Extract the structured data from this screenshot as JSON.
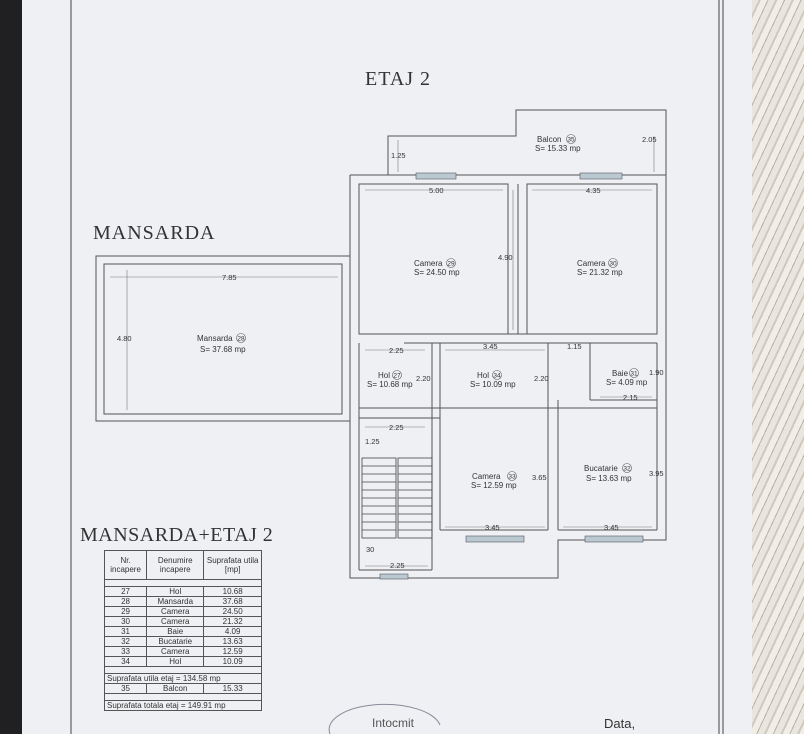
{
  "titles": {
    "sheet": "ETAJ 2",
    "mansarda": "MANSARDA",
    "table": "MANSARDA+ETAJ 2"
  },
  "rooms": {
    "balcon": {
      "name": "Balcon",
      "num": "35",
      "area": "S= 15.33 mp"
    },
    "camera29": {
      "name": "Camera",
      "num": "29",
      "area": "S= 24.50 mp"
    },
    "camera30": {
      "name": "Camera",
      "num": "30",
      "area": "S= 21.32 mp"
    },
    "mansarda": {
      "name": "Mansarda",
      "num": "28",
      "area": "S= 37.68 mp"
    },
    "hol27": {
      "name": "Hol",
      "num": "27",
      "area": "S= 10.68 mp"
    },
    "hol34": {
      "name": "Hol",
      "num": "34",
      "area": "S= 10.09 mp"
    },
    "baie": {
      "name": "Baie",
      "num": "31",
      "area": "S= 4.09 mp"
    },
    "camera33": {
      "name": "Camera",
      "num": "33",
      "area": "S= 12.59 mp"
    },
    "bucatarie": {
      "name": "Bucatarie",
      "num": "32",
      "area": "S= 13.63 mp"
    }
  },
  "dims": {
    "d125a": "1.25",
    "d205": "2.05",
    "d500": "5.00",
    "d435": "4.35",
    "d490": "4.90",
    "d785": "7.85",
    "d480": "4.80",
    "d225a": "2.25",
    "d345a": "3.45",
    "d115": "1.15",
    "d190": "1.90",
    "d220a": "2.20",
    "d220b": "2.20",
    "d215": "2.15",
    "d225b": "2.25",
    "d125b": "1.25",
    "d365": "3.65",
    "d395": "3.95",
    "d345b": "3.45",
    "d345c": "3.45",
    "d30": "30",
    "d225c": "2.25"
  },
  "table": {
    "headers": [
      "Nr. incapere",
      "Denumire incapere",
      "Suprafata utila [mp]"
    ],
    "rows": [
      [
        "27",
        "Hol",
        "10.68"
      ],
      [
        "28",
        "Mansarda",
        "37.68"
      ],
      [
        "29",
        "Camera",
        "24.50"
      ],
      [
        "30",
        "Camera",
        "21.32"
      ],
      [
        "31",
        "Baie",
        "4.09"
      ],
      [
        "32",
        "Bucatarie",
        "13.63"
      ],
      [
        "33",
        "Camera",
        "12.59"
      ],
      [
        "34",
        "Hol",
        "10.09"
      ]
    ],
    "sum_utila": "Suprafata utila etaj = 134.58 mp",
    "balcon_row": [
      "35",
      "Balcon",
      "15.33"
    ],
    "sum_totala": "Suprafata totala etaj = 149.91 mp"
  },
  "footer": {
    "stamp": "Intocmit",
    "data": "Data,"
  }
}
